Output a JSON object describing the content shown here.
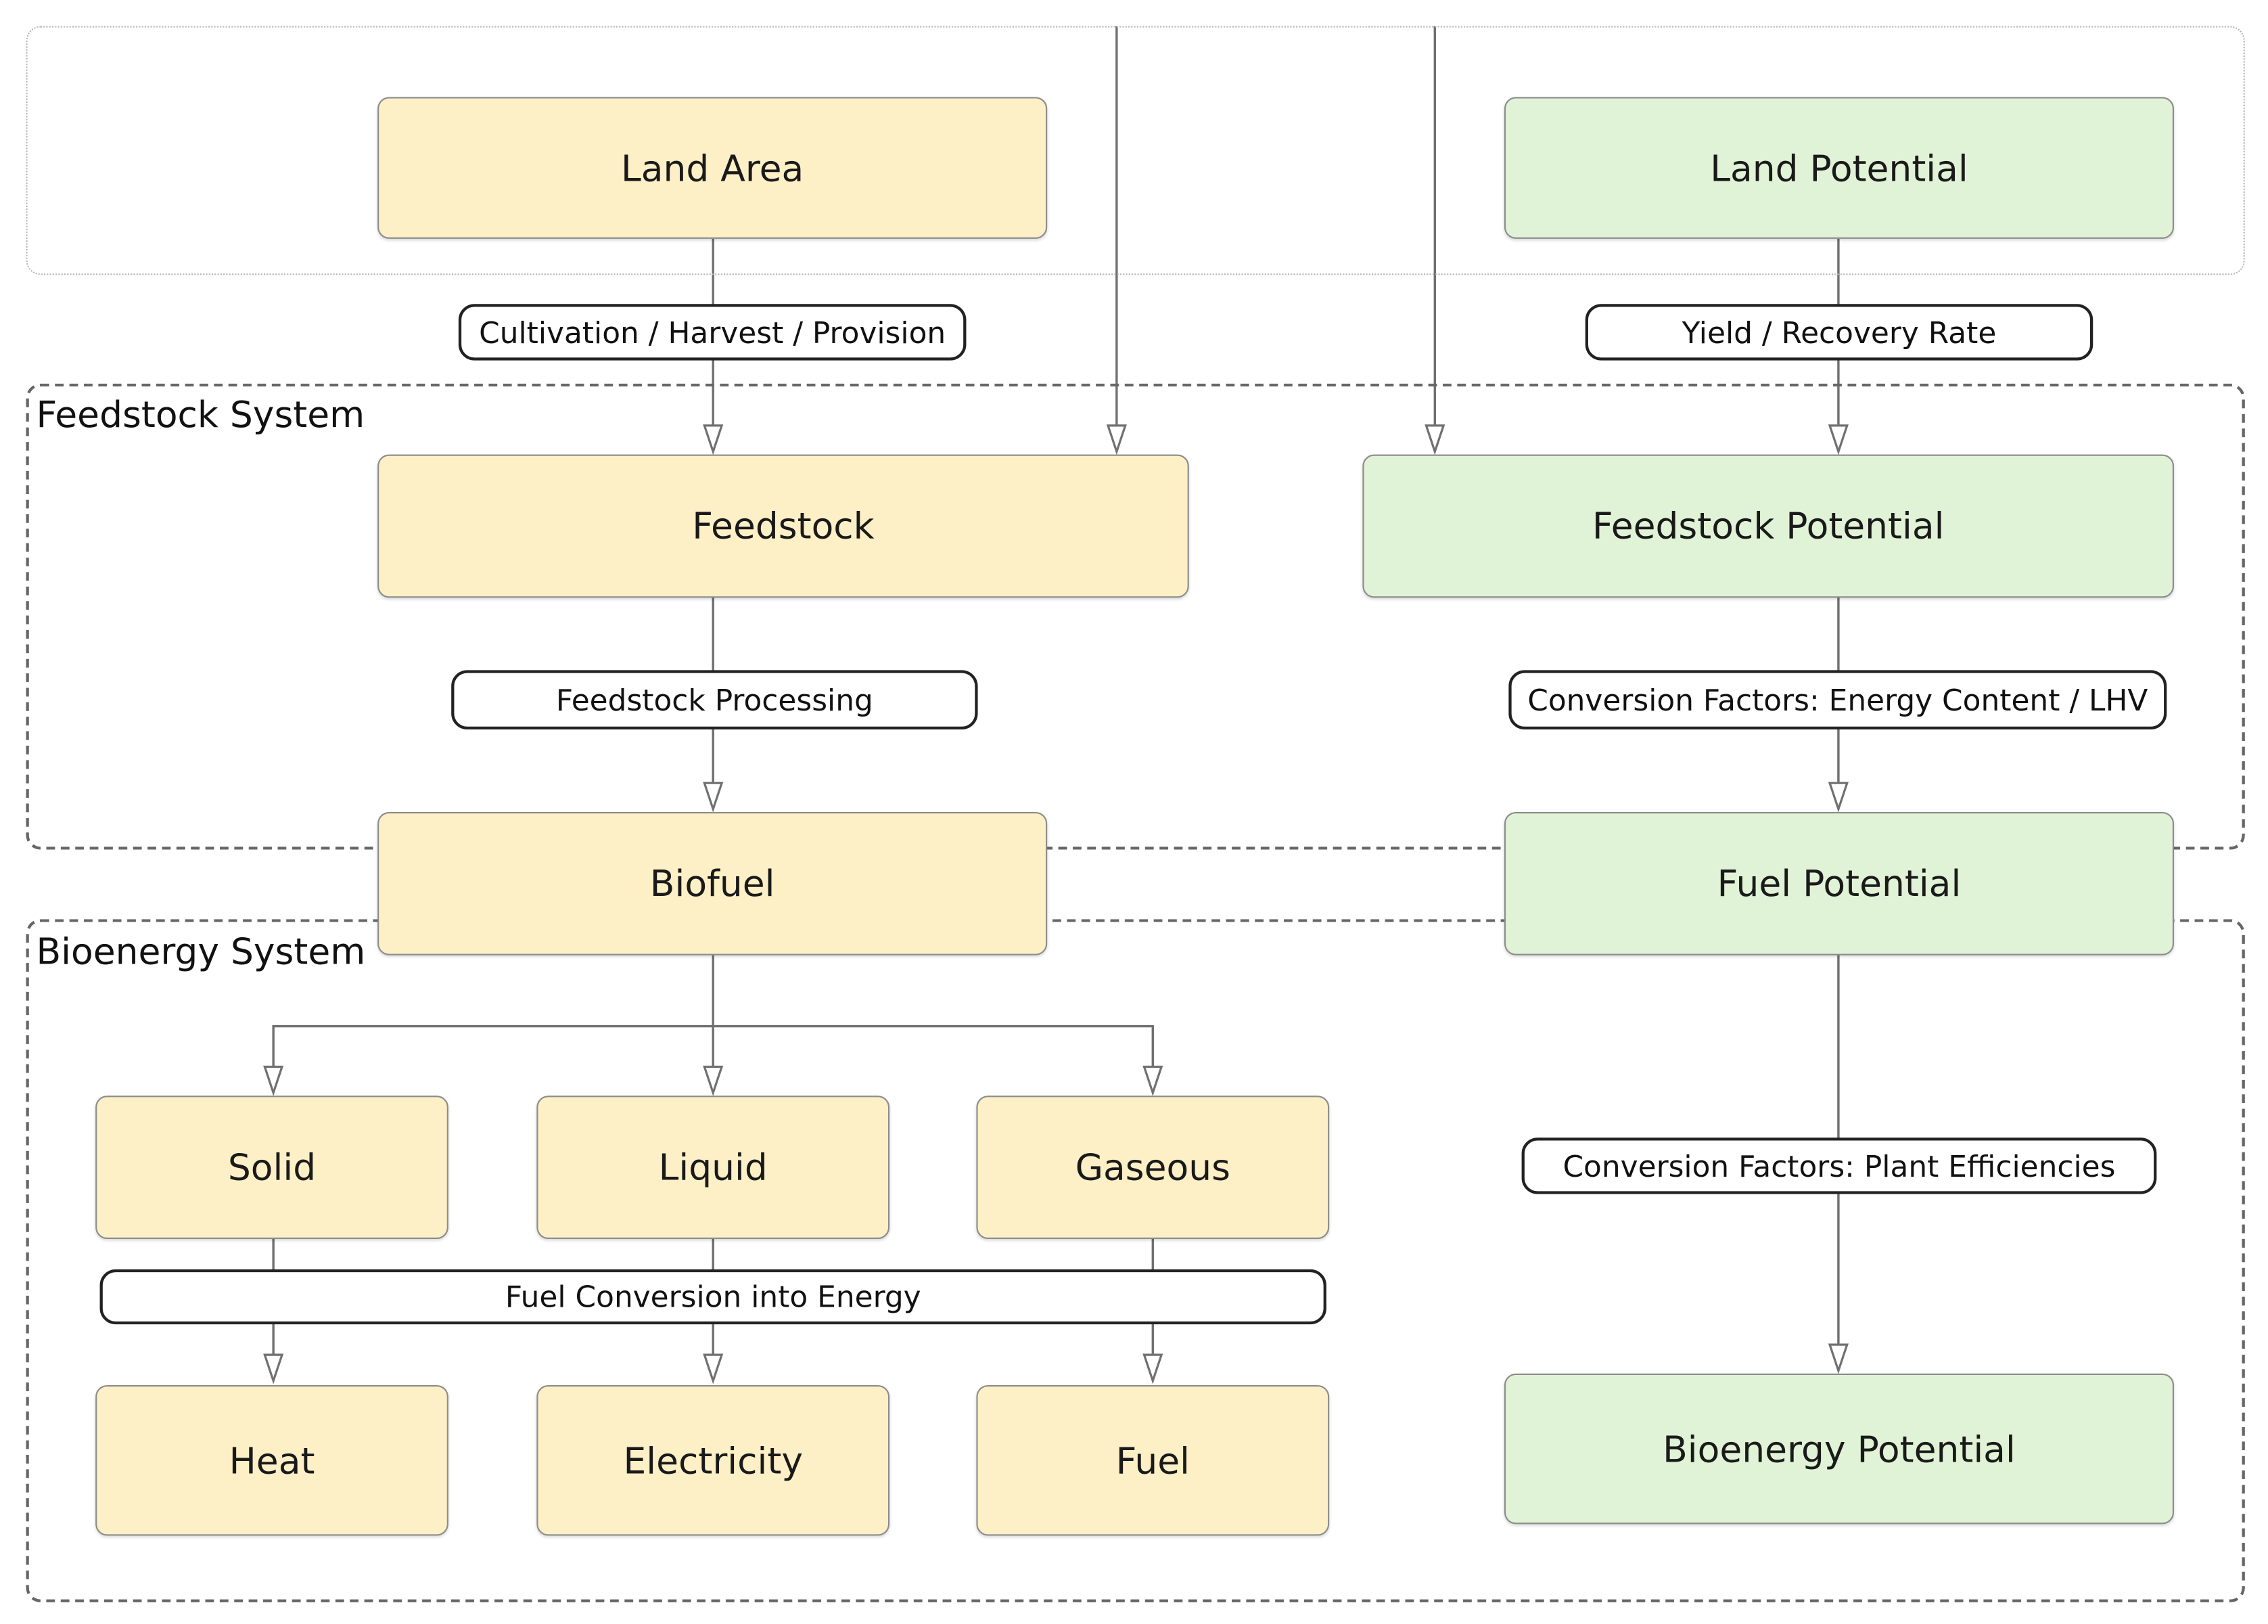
{
  "regions": {
    "feedstock_system": "Feedstock System",
    "bioenergy_system": "Bioenergy System"
  },
  "nodes": {
    "land_area": "Land Area",
    "land_potential": "Land Potential",
    "feedstock": "Feedstock",
    "feedstock_potential": "Feedstock Potential",
    "biofuel": "Biofuel",
    "fuel_potential": "Fuel Potential",
    "solid": "Solid",
    "liquid": "Liquid",
    "gaseous": "Gaseous",
    "heat": "Heat",
    "electricity": "Electricity",
    "fuel": "Fuel",
    "bioenergy_potential": "Bioenergy Potential"
  },
  "edge_labels": {
    "cultivation": "Cultivation / Harvest / Provision",
    "yield": "Yield / Recovery Rate",
    "feedstock_processing": "Feedstock Processing",
    "conversion_energy": "Conversion Factors: Energy Content / LHV",
    "conversion_efficiencies": "Conversion Factors: Plant Efficiencies",
    "fuel_conversion": "Fuel Conversion into Energy"
  },
  "colors": {
    "yellow_fill": "#fdf0c6",
    "green_fill": "#e1f3d6",
    "node_border": "#8c8c8c",
    "connector": "#707070"
  }
}
